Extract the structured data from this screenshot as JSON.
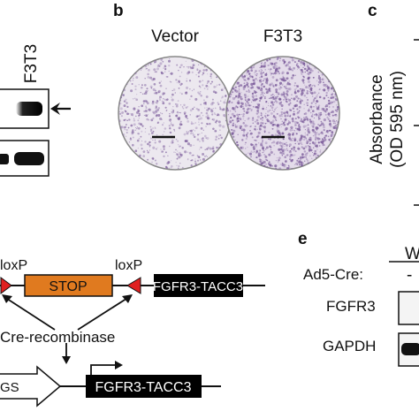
{
  "panels": {
    "b": "b",
    "c": "c",
    "e": "e"
  },
  "panel_a": {
    "lane_label": "F3T3"
  },
  "panel_b": {
    "left_label": "Vector",
    "right_label": "F3T3"
  },
  "panel_c": {
    "ylabel_line1": "Absorbance",
    "ylabel_line2": "(OD 595 nm)"
  },
  "panel_d": {
    "loxp_left": "loxP",
    "loxp_right": "loxP",
    "stop": "STOP",
    "fusion_top": "FGFR3-TACC3",
    "recombinase": "Cre-recombinase",
    "promoter_fragment": "GS",
    "fusion_bottom": "FGFR3-TACC3",
    "colors": {
      "stop_box": "#e07a1f",
      "loxp": "#e02020",
      "fusion_box": "#000000"
    }
  },
  "panel_e": {
    "header_fragment": "W",
    "treatment": "Ad5-Cre:",
    "lane_mark": "-",
    "row1": "FGFR3",
    "row2": "GAPDH"
  },
  "colors": {
    "stain": "#7a5a9a",
    "dish_bg": "#ebe6ee"
  }
}
